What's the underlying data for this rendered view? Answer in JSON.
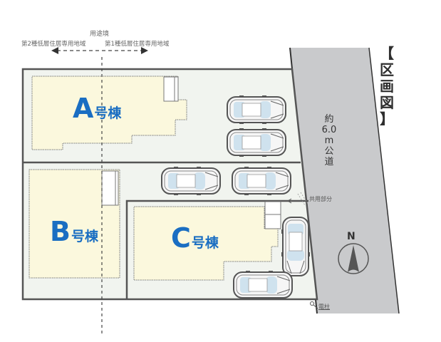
{
  "title": "【区画図】",
  "title_chars": [
    "【",
    "区",
    "画",
    "図",
    "】"
  ],
  "zoning": {
    "boundary_label": "用途境",
    "left_zone": "第2種低層住居専用地域",
    "right_zone": "第1種低層住居専用地域"
  },
  "buildings": [
    {
      "id": "A",
      "letter": "A",
      "suffix": "号棟"
    },
    {
      "id": "B",
      "letter": "B",
      "suffix": "号棟"
    },
    {
      "id": "C",
      "letter": "C",
      "suffix": "号棟"
    }
  ],
  "road": {
    "label_lines": [
      "約",
      "6.0",
      "m",
      "公",
      "道"
    ],
    "label": "約6.0m公道"
  },
  "annotations": {
    "shared_portion": "共用部分",
    "utility_pole": "電柱",
    "north": "N"
  },
  "parking": {
    "A": 2,
    "B": 2,
    "C": 2
  },
  "colors": {
    "building_fill": "#fbf8dd",
    "lot_fill": "#f1f4ef",
    "road_fill": "#c9cacc",
    "label_blue": "#1a6ec2",
    "outline": "#4a4a4a"
  }
}
